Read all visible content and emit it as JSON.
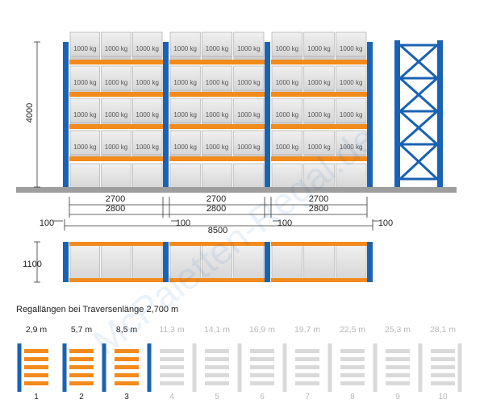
{
  "drawing": {
    "load_label": "1000 kg",
    "height_dim": "4000",
    "depth_dim": "1100",
    "beam_dims": [
      "2700",
      "2700",
      "2700"
    ],
    "bay_dims": [
      "2800",
      "2800",
      "2800"
    ],
    "end_gap_left": "100",
    "end_gap_right": "100",
    "mid_gaps": [
      "100",
      "100"
    ],
    "total_length": "8500",
    "watermark": "McPaletten-Regal.de"
  },
  "lengths": {
    "title": "Regallängen bei Traversenlänge 2,700 m",
    "items": [
      {
        "length": "2,9 m",
        "number": "1",
        "active": true
      },
      {
        "length": "5,7 m",
        "number": "2",
        "active": true
      },
      {
        "length": "8,5 m",
        "number": "3",
        "active": true
      },
      {
        "length": "11,3 m",
        "number": "4",
        "active": false
      },
      {
        "length": "14,1 m",
        "number": "5",
        "active": false
      },
      {
        "length": "16,9 m",
        "number": "6",
        "active": false
      },
      {
        "length": "19,7 m",
        "number": "7",
        "active": false
      },
      {
        "length": "22,5 m",
        "number": "8",
        "active": false
      },
      {
        "length": "25,3 m",
        "number": "9",
        "active": false
      },
      {
        "length": "28,1 m",
        "number": "10",
        "active": false
      }
    ]
  },
  "colors": {
    "upright": "#1a62b3",
    "beam": "#f28a1c",
    "floor": "#9e9e9e",
    "pallet": "#e6e6e6",
    "inactive": "#d9d9d9"
  }
}
